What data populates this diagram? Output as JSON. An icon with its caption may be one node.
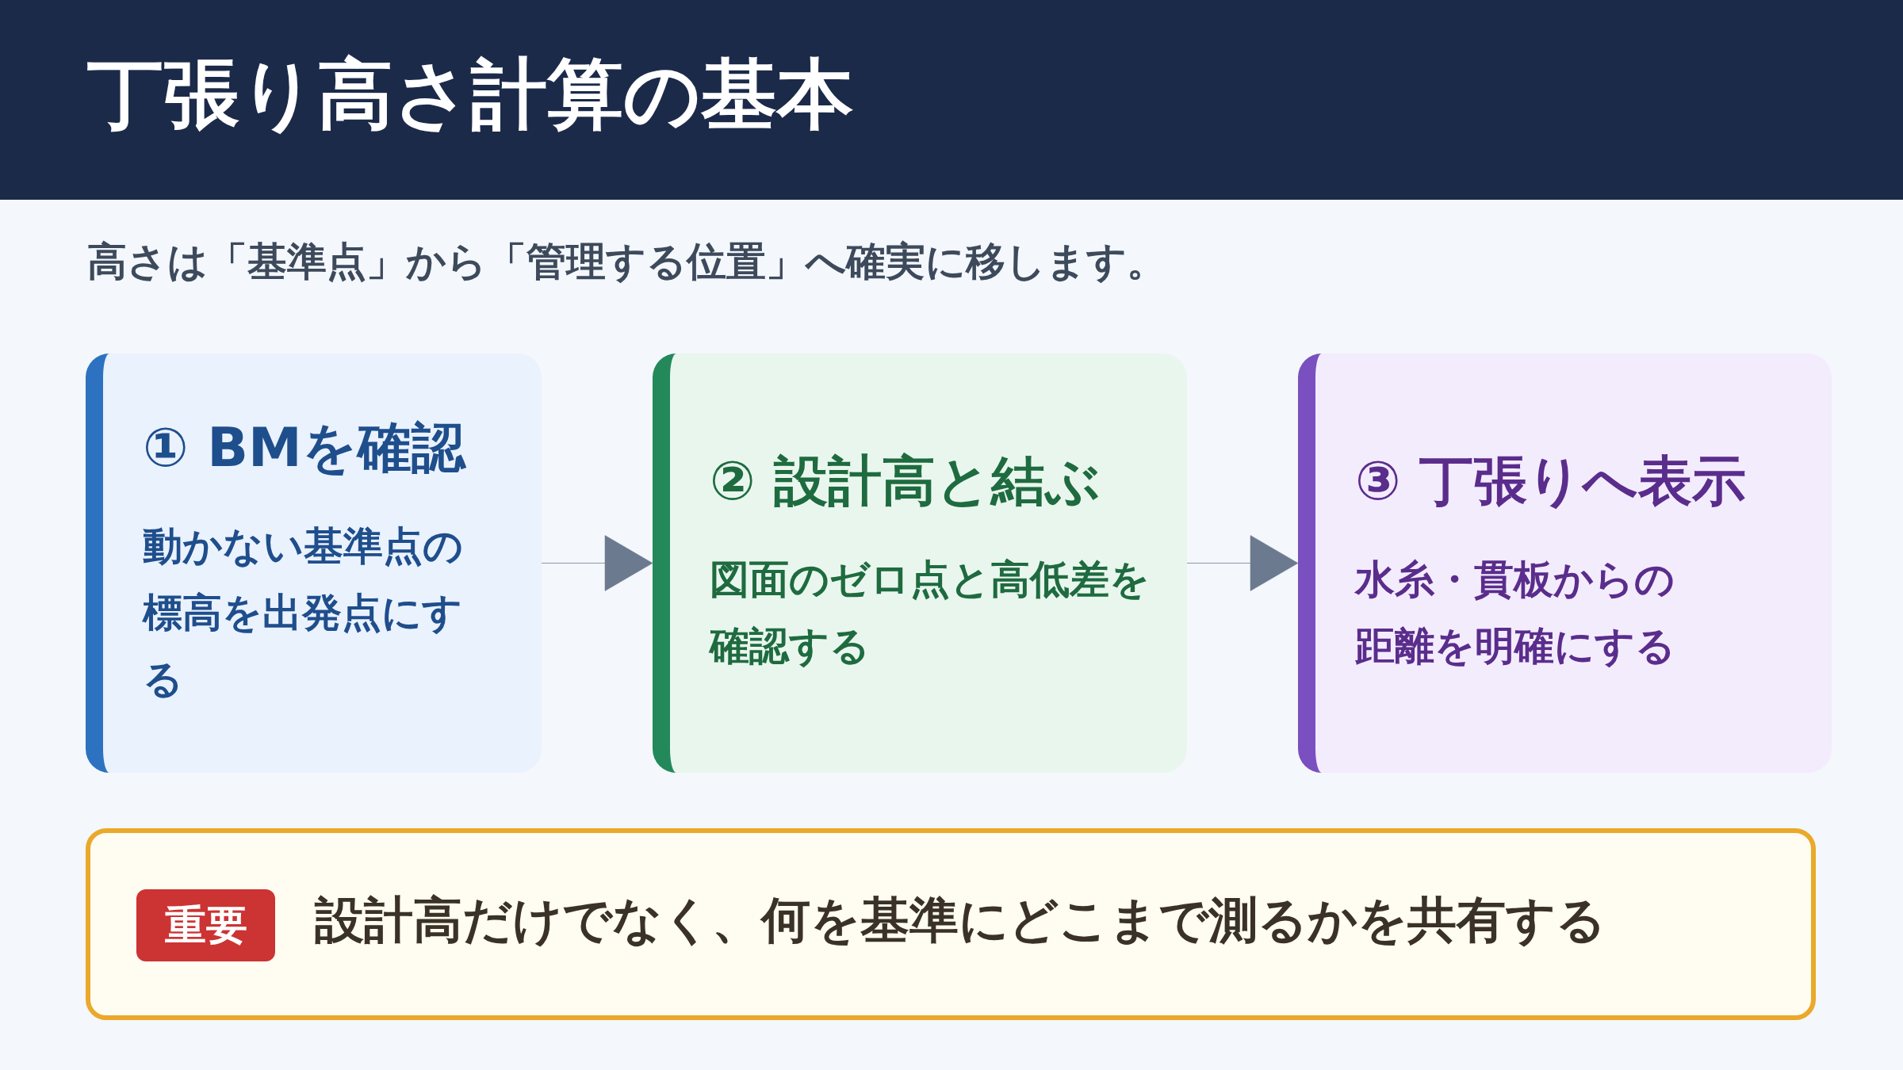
{
  "diagram": {
    "title": "丁張り高さ計算の基本",
    "caption": "高さは「基準点」から「管理する位置」へ確実に移します。",
    "nodes": [
      {
        "text": [
          "① BMを確認",
          "動かない基準点の標高を出発点にする"
        ]
      },
      {
        "text": [
          "② 設計高と結ぶ",
          "図面のゼロ点と高低差を確認する"
        ]
      },
      {
        "text": [
          "③ 丁張りへ表示",
          "水糸・貫板からの距離を明確にする"
        ]
      },
      {
        "text": [
          "設計高だけでなく、何を基準にどこまで測るかを共有する"
        ]
      },
      {
        "text": [
          "重要"
        ],
        "in": 3
      }
    ],
    "edges": [
      {
        "from": 0,
        "to": 1,
        "arrow": "to"
      },
      {
        "from": 1,
        "to": 2,
        "arrow": "to"
      }
    ]
  }
}
